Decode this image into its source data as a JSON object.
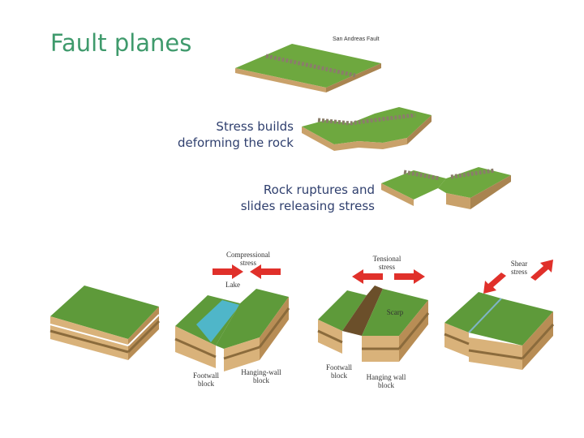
{
  "slide": {
    "title": "Fault planes",
    "top_label": "San Andreas Fault",
    "caption_stress_line1": "Stress builds",
    "caption_stress_line2": "deforming the rock",
    "caption_rupture_line1": "Rock ruptures and",
    "caption_rupture_line2": "slides releasing stress"
  },
  "diagrams": {
    "compressional": {
      "stress_line1": "Compressional",
      "stress_line2": "stress",
      "lake": "Lake",
      "footwall_line1": "Footwall",
      "footwall_line2": "block",
      "hanging_line1": "Hanging-wall",
      "hanging_line2": "block"
    },
    "tensional": {
      "stress_line1": "Tensional",
      "stress_line2": "stress",
      "scarp": "Scarp",
      "footwall_line1": "Footwall",
      "footwall_line2": "block",
      "hanging_line1": "Hanging wall",
      "hanging_line2": "block"
    },
    "shear": {
      "stress_line1": "Shear",
      "stress_line2": "stress"
    }
  },
  "colors": {
    "title": "#3f9a6c",
    "caption": "#2f3f6e",
    "arrow": "#e0302a",
    "grass": "#5e9a3a",
    "soil": "#d9b27a",
    "water": "#4fb6c9"
  }
}
